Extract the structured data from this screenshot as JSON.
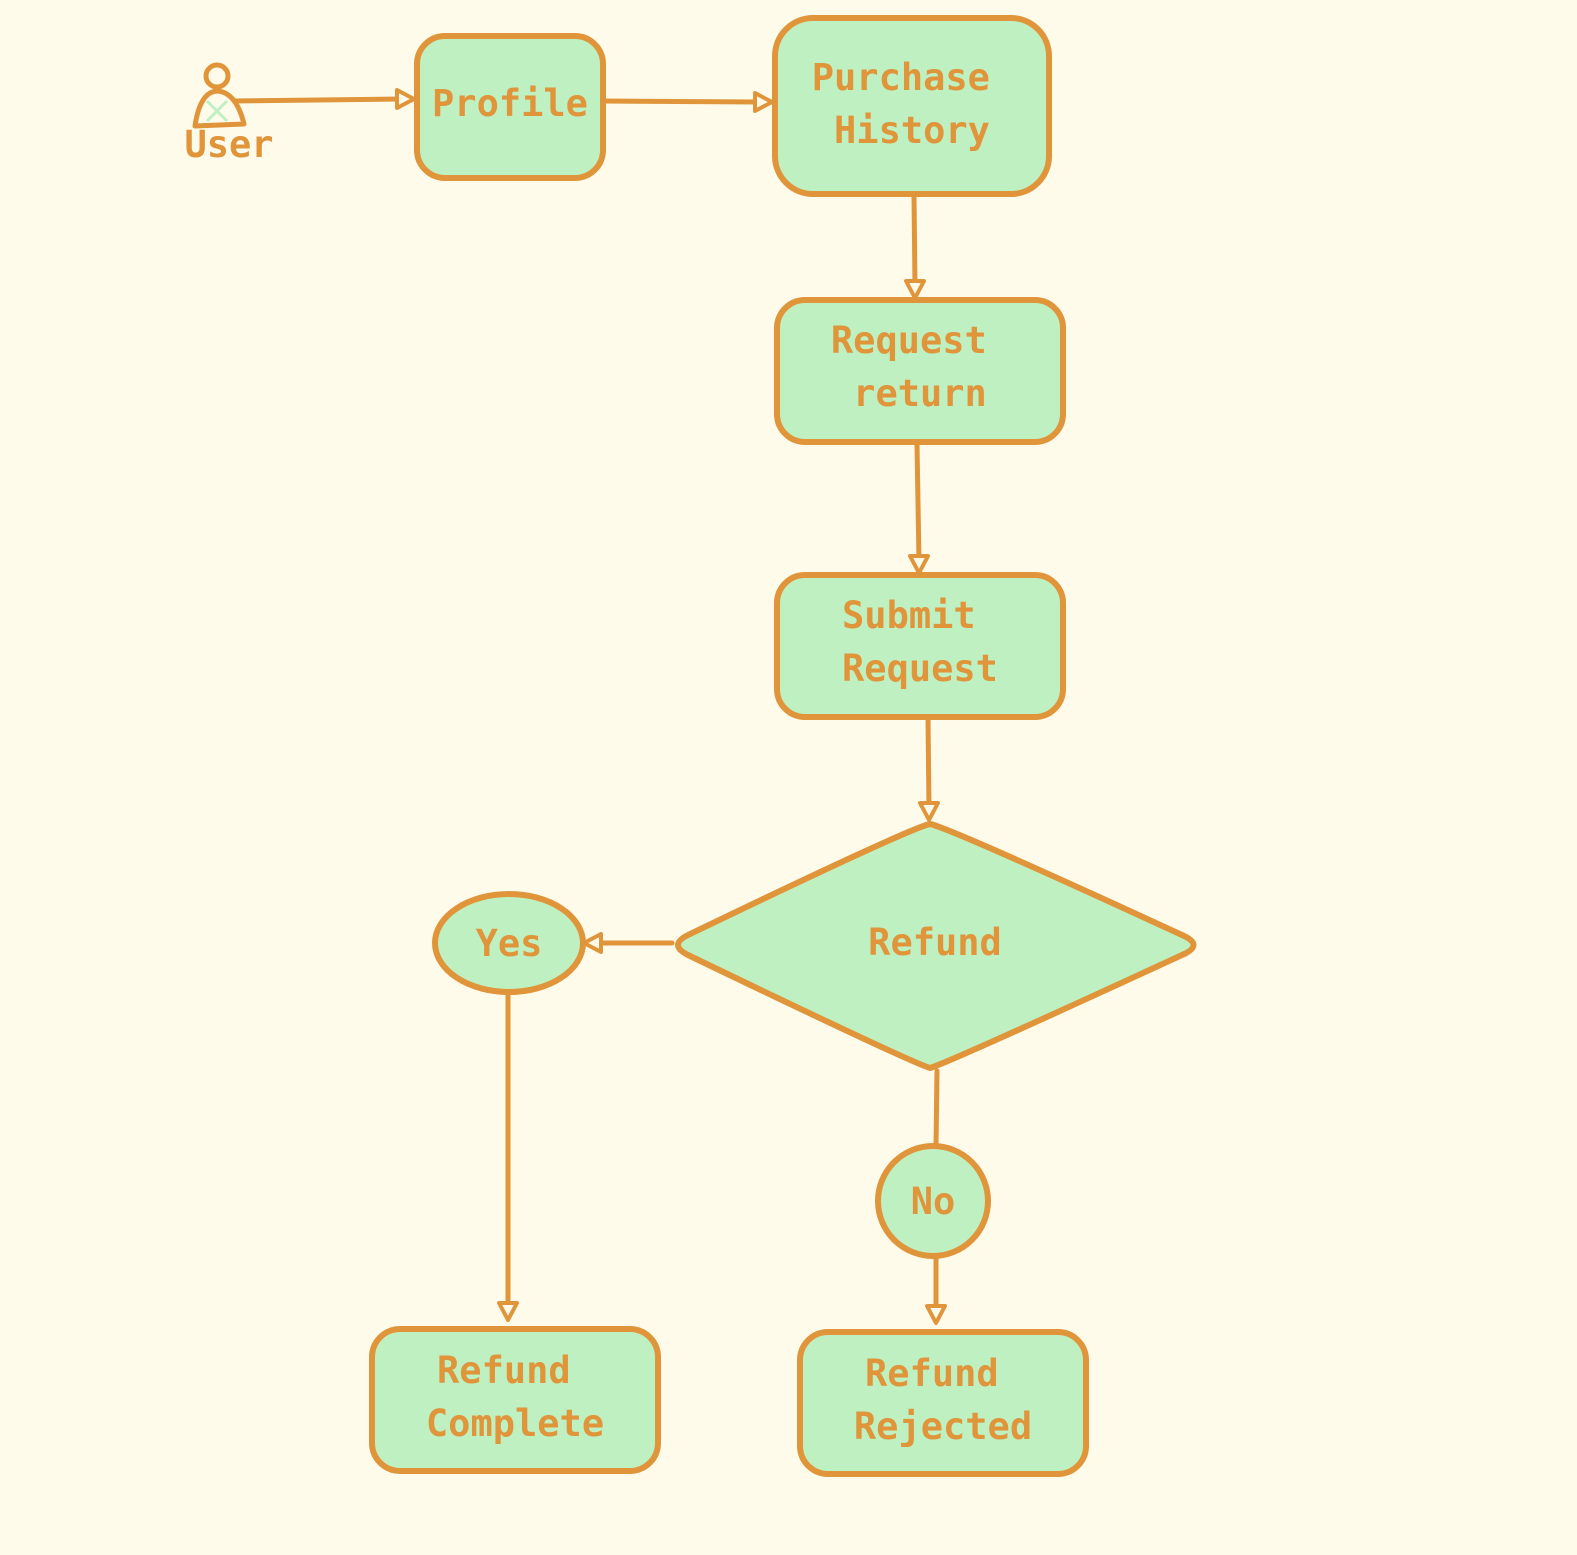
{
  "diagram": {
    "actor": {
      "label": "User"
    },
    "nodes": {
      "profile": {
        "lines": [
          "Profile"
        ]
      },
      "purchase_history": {
        "lines": [
          "Purchase",
          "History"
        ]
      },
      "request_return": {
        "lines": [
          "Request",
          "return"
        ]
      },
      "submit_request": {
        "lines": [
          "Submit",
          "Request"
        ]
      },
      "refund": {
        "lines": [
          "Refund"
        ]
      },
      "yes": {
        "lines": [
          "Yes"
        ]
      },
      "no": {
        "lines": [
          "No"
        ]
      },
      "refund_complete": {
        "lines": [
          "Refund",
          "Complete"
        ]
      },
      "refund_rejected": {
        "lines": [
          "Refund",
          "Rejected"
        ]
      }
    },
    "edges": [
      {
        "from": "User",
        "to": "Profile"
      },
      {
        "from": "Profile",
        "to": "Purchase History"
      },
      {
        "from": "Purchase History",
        "to": "Request return"
      },
      {
        "from": "Request return",
        "to": "Submit Request"
      },
      {
        "from": "Submit Request",
        "to": "Refund"
      },
      {
        "from": "Refund",
        "to": "Yes"
      },
      {
        "from": "Refund",
        "to": "No"
      },
      {
        "from": "Yes",
        "to": "Refund Complete"
      },
      {
        "from": "No",
        "to": "Refund Rejected"
      }
    ],
    "colors": {
      "background": "#fffbea",
      "node_fill": "#bff0c2",
      "stroke": "#e0953a",
      "text": "#e0953a"
    }
  }
}
